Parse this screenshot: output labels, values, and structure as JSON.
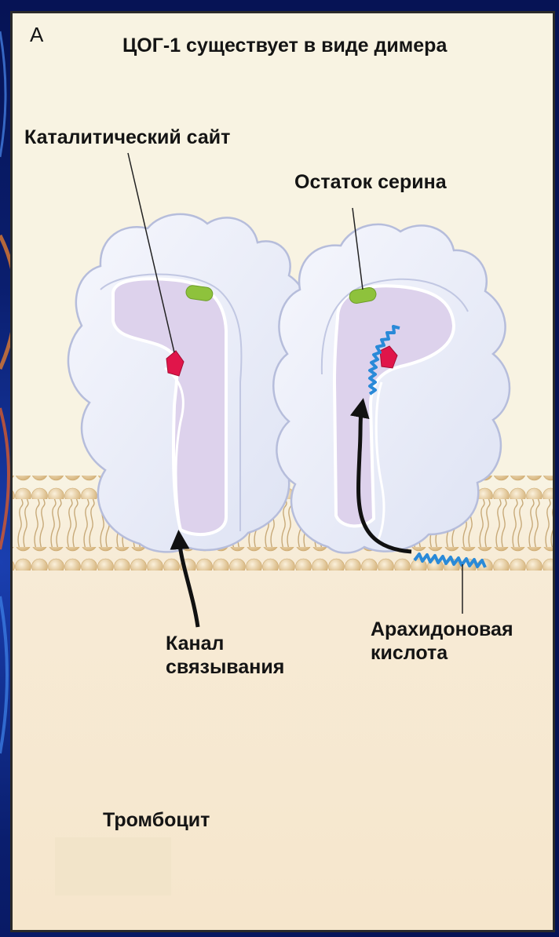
{
  "panel_letter": "A",
  "title": "ЦОГ-1 существует в виде димера",
  "labels": {
    "catalytic_site": "Каталитический сайт",
    "serine_residue": "Остаток серина",
    "binding_channel": [
      "Канал",
      "связывания"
    ],
    "arachidonic_acid": [
      "Арахидоновая",
      "кислота"
    ],
    "platelet": "Тромбоцит"
  },
  "colors": {
    "background_blue": "#0a1e6e",
    "panel_cream": "#f8f3e2",
    "protein_fill": "#e9ecf8",
    "channel_lilac": "#d9cde8",
    "catalytic_site_red": "#e0154a",
    "serine_green": "#8ec23c",
    "arachidonic_acid_blue": "#2a8ad8",
    "lipid_head": "#ecd3a6"
  }
}
